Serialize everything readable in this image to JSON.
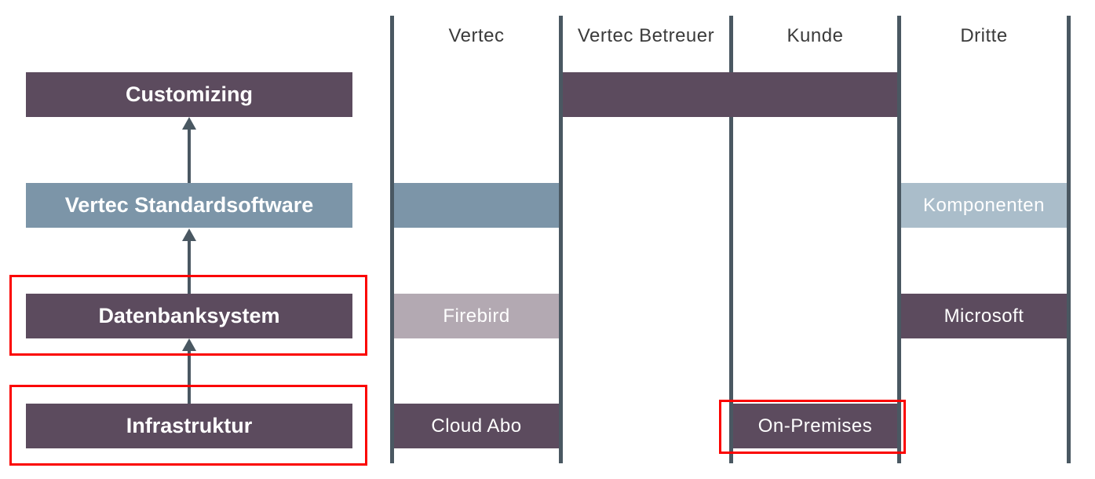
{
  "diagram": {
    "type": "stack-and-responsibility-matrix",
    "left_stack": {
      "items": [
        {
          "label": "Customizing",
          "color": "#5c4b5e",
          "highlighted": false
        },
        {
          "label": "Vertec Standardsoftware",
          "color": "#7c95a8",
          "highlighted": false
        },
        {
          "label": "Datenbanksystem",
          "color": "#5c4b5e",
          "highlighted": true
        },
        {
          "label": "Infrastruktur",
          "color": "#5c4b5e",
          "highlighted": true
        }
      ],
      "arrows": "upward arrows connecting each layer to the layer above"
    },
    "columns": {
      "headers": [
        {
          "label": "Vertec"
        },
        {
          "label": "Vertec Betreuer"
        },
        {
          "label": "Kunde"
        },
        {
          "label": "Dritte"
        }
      ]
    },
    "matrix_bars": [
      {
        "row": "Customizing",
        "columns": "Vertec Betreuer + Kunde",
        "label": "",
        "color": "#5c4b5e",
        "highlighted": false
      },
      {
        "row": "Vertec Standardsoftware",
        "columns": "Vertec",
        "label": "",
        "color": "#7c95a8",
        "highlighted": false
      },
      {
        "row": "Vertec Standardsoftware",
        "columns": "Dritte",
        "label": "Komponenten",
        "color": "#aabdca",
        "highlighted": false
      },
      {
        "row": "Datenbanksystem",
        "columns": "Vertec",
        "label": "Firebird",
        "color": "#b3a9b2",
        "highlighted": false
      },
      {
        "row": "Datenbanksystem",
        "columns": "Dritte",
        "label": "Microsoft",
        "color": "#5c4b5e",
        "highlighted": false
      },
      {
        "row": "Infrastruktur",
        "columns": "Vertec",
        "label": "Cloud Abo",
        "color": "#5c4b5e",
        "highlighted": false
      },
      {
        "row": "Infrastruktur",
        "columns": "Kunde",
        "label": "On-Premises",
        "color": "#5c4b5e",
        "highlighted": true
      }
    ],
    "palette": {
      "dark_purple": "#5c4b5e",
      "blue_gray": "#7c95a8",
      "light_blue_gray": "#aabdca",
      "mauve_gray": "#b3a9b2",
      "lane_line": "#4a5862",
      "highlight_red": "#fb0200",
      "header_text": "#3b3b3b",
      "bar_text": "#ffffff",
      "background": "#ffffff"
    }
  }
}
